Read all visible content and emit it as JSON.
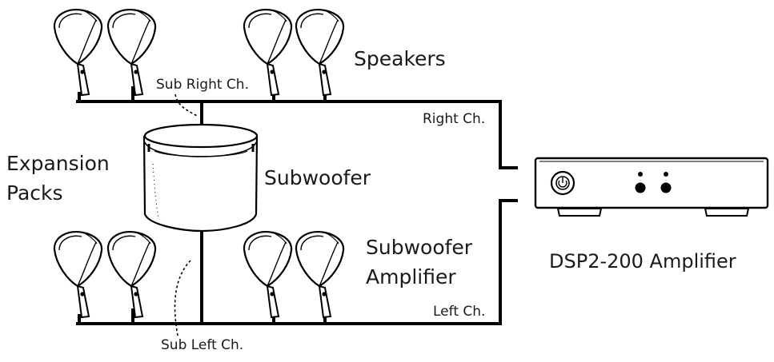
{
  "labels": {
    "speakers": "Speakers",
    "expansion_line1": "Expansion",
    "expansion_line2": "Packs",
    "subwoofer": "Subwoofer",
    "sub_amp_line1": "Subwoofer",
    "sub_amp_line2": "Amplifier",
    "sub_right": "Sub Right Ch.",
    "sub_left": "Sub Left Ch.",
    "right_ch": "Right Ch.",
    "left_ch": "Left Ch.",
    "amplifier": "DSP2-200 Amplifier"
  },
  "icons": {
    "speaker": "outdoor-speaker-icon",
    "subwoofer": "subwoofer-icon",
    "amplifier": "amplifier-icon",
    "power": "power-icon"
  },
  "colors": {
    "line": "#000000",
    "text": "#1a1a1a",
    "background": "#ffffff"
  }
}
